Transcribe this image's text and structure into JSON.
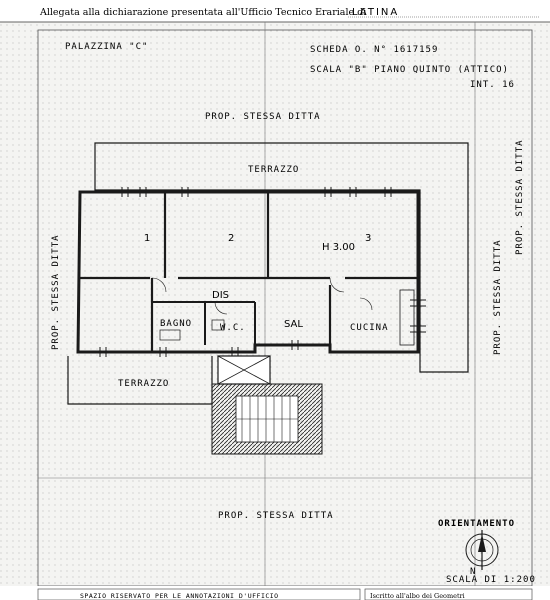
{
  "header": {
    "declaration_text": "Allegata alla dichiarazione presentata all'Ufficio Tecnico Erariale di",
    "city": "LATINA"
  },
  "sheet": {
    "building": "PALAZZINA \"C\"",
    "scheda": "SCHEDA O.  N° 1617159",
    "scala_piano": "SCALA \"B\"   PIANO QUINTO (ATTICO)",
    "interno": "INT. 16"
  },
  "neighbors": {
    "top": "PROP. STESSA DITTA",
    "left": "PROP. STESSA DITTA",
    "right": "PROP. STESSA DITTA",
    "bottom": "PROP.   STESSA DITTA"
  },
  "rooms": {
    "terrace_top": "TERRAZZO",
    "terrace_bottom": "TERRAZZO",
    "room_1": "1",
    "room_2": "2",
    "room_3": "3",
    "height": "H 3.00",
    "bathroom": "BAGNO",
    "wc": "W.C.",
    "kitchen": "CUCINA",
    "hall": "SAL",
    "corridor": "DIS"
  },
  "orientation": {
    "title": "ORIENTAMENTO",
    "north": "N",
    "scale": "SCALA DI 1:200"
  },
  "footer": {
    "left_text": "SPAZIO RISERVATO PER LE ANNOTAZIONI D'UFFICIO",
    "right_text": "Iscritto all'albo dei Geometri"
  }
}
